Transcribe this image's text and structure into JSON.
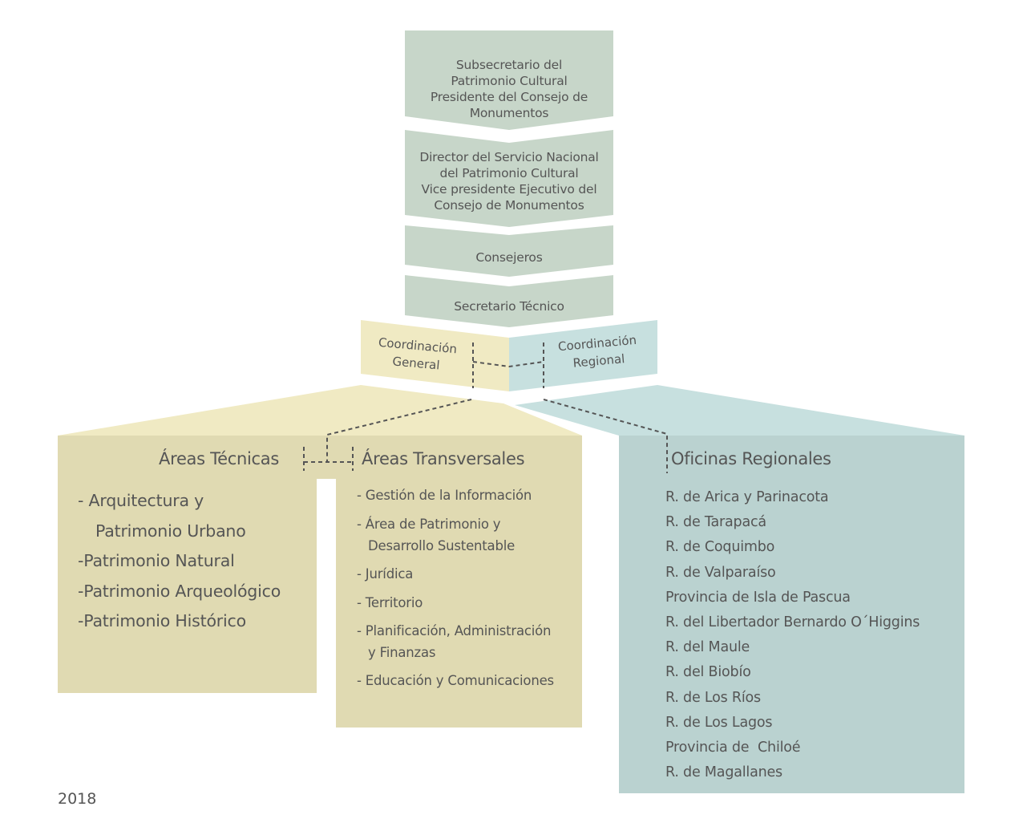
{
  "colors": {
    "hierarchy_box": "#c7d6c9",
    "coord_general": "#f0eac3",
    "coord_regional": "#c7e0df",
    "areas_roof": "#f0eac3",
    "areas_body": "#e0dab2",
    "regional_roof": "#c7e0df",
    "regional_body": "#bad2d0",
    "text": "#555555",
    "connector": "#555555"
  },
  "hierarchy": [
    {
      "id": "subsecretario",
      "lines": [
        "Subsecretario del",
        "Patrimonio Cultural",
        "Presidente del Consejo de",
        "Monumentos"
      ]
    },
    {
      "id": "director",
      "lines": [
        "Director del Servicio Nacional",
        "del Patrimonio Cultural",
        "Vice presidente Ejecutivo del",
        "Consejo de Monumentos"
      ]
    },
    {
      "id": "consejeros",
      "lines": [
        "Consejeros"
      ]
    },
    {
      "id": "secretario",
      "lines": [
        "Secretario Técnico"
      ]
    }
  ],
  "coordination": {
    "general": [
      "Coordinación",
      "General"
    ],
    "regional": [
      "Coordinación",
      "Regional"
    ]
  },
  "areas_tecnicas": {
    "title": "Áreas Técnicas",
    "items": [
      "- Arquitectura y",
      "  Patrimonio Urbano",
      "-Patrimonio Natural",
      "-Patrimonio Arqueológico",
      "-Patrimonio Histórico"
    ]
  },
  "areas_transversales": {
    "title": "Áreas Transversales",
    "items": [
      "- Gestión de la Información",
      "- Área de Patrimonio y",
      "  Desarrollo Sustentable",
      "- Jurídica",
      "- Territorio",
      "- Planificación, Administración",
      "  y Finanzas",
      "- Educación y Comunicaciones"
    ]
  },
  "oficinas_regionales": {
    "title": "Oficinas Regionales",
    "items": [
      "R. de Arica y Parinacota",
      "R. de Tarapacá",
      "R. de Coquimbo",
      "R. de Valparaíso",
      "Provincia de Isla de Pascua",
      "R. del Libertador Bernardo O´Higgins",
      "R. del Maule",
      "R. del Biobío",
      "R. de Los Ríos",
      "R. de Los Lagos",
      "Provincia de  Chiloé",
      "R. de Magallanes"
    ]
  },
  "year": "2018"
}
